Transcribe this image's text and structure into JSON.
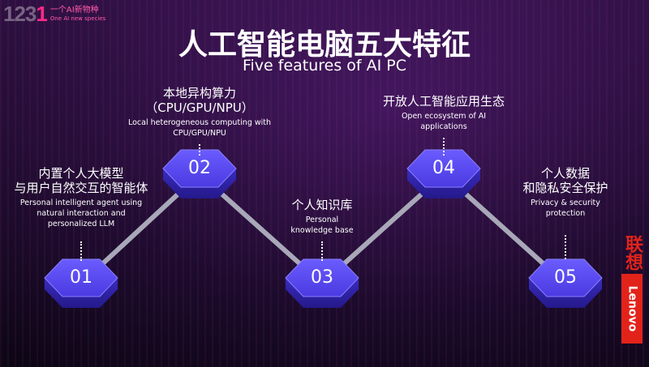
{
  "brand": {
    "num_main": "123",
    "num_accent": "1",
    "name_cn": "一个AI新物种",
    "name_en": "One AI new species"
  },
  "title": {
    "cn": "人工智能电脑五大特征",
    "en": "Five features of AI PC"
  },
  "features": [
    {
      "num": "01",
      "cn": [
        "内置个人大模型",
        "与用户自然交互的智能体"
      ],
      "en": [
        "Personal intelligent agent using",
        "natural interaction and",
        "personalized LLM"
      ]
    },
    {
      "num": "02",
      "cn": [
        "本地异构算力",
        "（CPU/GPU/NPU）"
      ],
      "en": [
        "Local heterogeneous computing with",
        "CPU/GPU/NPU"
      ]
    },
    {
      "num": "03",
      "cn": [
        "个人知识库"
      ],
      "en": [
        "Personal",
        "knowledge base"
      ]
    },
    {
      "num": "04",
      "cn": [
        "开放人工智能应用生态"
      ],
      "en": [
        "Open ecosystem of AI",
        "applications"
      ]
    },
    {
      "num": "05",
      "cn": [
        "个人数据",
        "和隐私安全保护"
      ],
      "en": [
        "Privacy & security",
        "protection"
      ]
    }
  ],
  "lenovo": {
    "cn": "联想",
    "en": "Lenovo"
  },
  "colors": {
    "hex_top": "#5a4cf0",
    "hex_side": "#3b2fbf",
    "connector": "#a8a8b8",
    "lenovo_red": "#e2231a",
    "brand_pink": "#ff2a8a"
  }
}
